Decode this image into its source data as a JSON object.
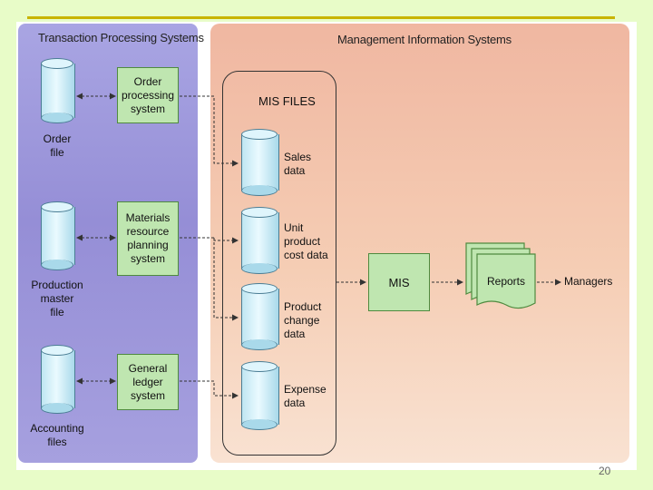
{
  "tps": {
    "title": "Transaction Processing Systems",
    "files": [
      "Order\nfile",
      "Production\nmaster\nfile",
      "Accounting\nfiles"
    ],
    "systems": [
      "Order\nprocessing\nsystem",
      "Materials\nresource\nplanning\nsystem",
      "General\nledger\nsystem"
    ]
  },
  "mis": {
    "title": "Management Information Systems",
    "files_title": "MIS FILES",
    "files": [
      "Sales\ndata",
      "Unit\nproduct\ncost data",
      "Product\nchange\ndata",
      "Expense\ndata"
    ],
    "mis_label": "MIS",
    "reports_label": "Reports",
    "managers_label": "Managers"
  },
  "page_number": "20"
}
